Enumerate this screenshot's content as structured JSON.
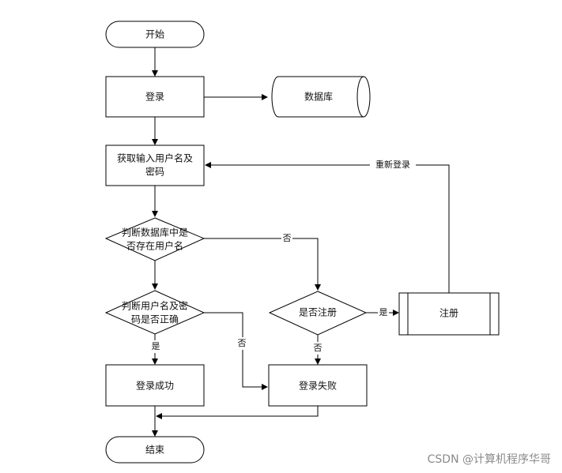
{
  "diagram": {
    "nodes": {
      "start": "开始",
      "login": "登录",
      "database": "数据库",
      "get_user_line1": "获取输入用户名及",
      "get_user_line2": "密码",
      "check_user_line1": "判断数据库中是",
      "check_user_line2": "否存在用户名",
      "check_pwd_line1": "判断用户名及密",
      "check_pwd_line2": "码是否正确",
      "is_registered": "是否注册",
      "register": "注册",
      "login_success": "登录成功",
      "login_fail": "登录失败",
      "end": "结束"
    },
    "edge_labels": {
      "relogin": "重新登录",
      "user_not_found": "否",
      "pwd_yes": "是",
      "pwd_no": "否",
      "registered_yes": "是",
      "registered_no": "否"
    }
  },
  "watermark": "CSDN @计算机程序华哥",
  "colors": {
    "stroke": "#000000",
    "fill": "#ffffff",
    "text": "#111111"
  }
}
